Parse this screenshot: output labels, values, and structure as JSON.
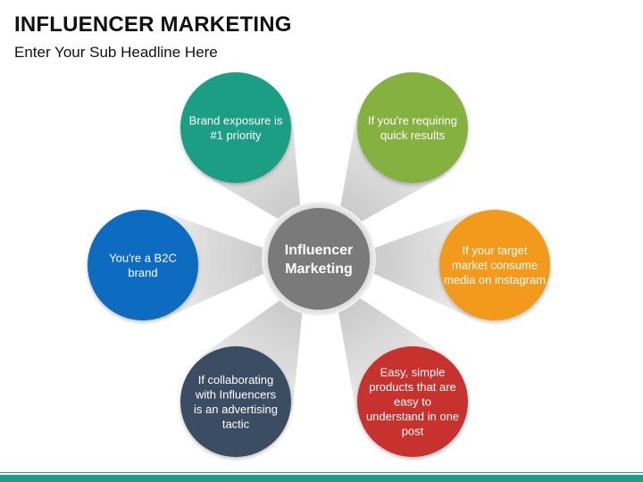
{
  "header": {
    "title": "INFLUENCER MARKETING",
    "subtitle": "Enter Your Sub Headline Here"
  },
  "center": {
    "lines": [
      "Influencer",
      "Marketing"
    ],
    "color": "#7a7a7a"
  },
  "nodes": [
    {
      "id": "brand-exposure",
      "lines": [
        "Brand exposure is",
        "#1 priority"
      ],
      "color": "#1f9e85"
    },
    {
      "id": "quick-results",
      "lines": [
        "If you're requiring",
        "quick results"
      ],
      "color": "#84b141"
    },
    {
      "id": "b2c-brand",
      "lines": [
        "You're a B2C",
        "brand"
      ],
      "color": "#0e6cc0"
    },
    {
      "id": "instagram-media",
      "lines": [
        "If your target",
        "market consume",
        "media on instagram"
      ],
      "color": "#f39a1f"
    },
    {
      "id": "advertising-tactic",
      "lines": [
        "If collaborating",
        "with Influencers",
        "is an advertising",
        "tactic"
      ],
      "color": "#3a4e64"
    },
    {
      "id": "easy-products",
      "lines": [
        "Easy, simple",
        "products that are",
        "easy to",
        "understand in one",
        "post"
      ],
      "color": "#c8312e"
    }
  ],
  "footer": {
    "bar_color": "#1a9e8a"
  }
}
